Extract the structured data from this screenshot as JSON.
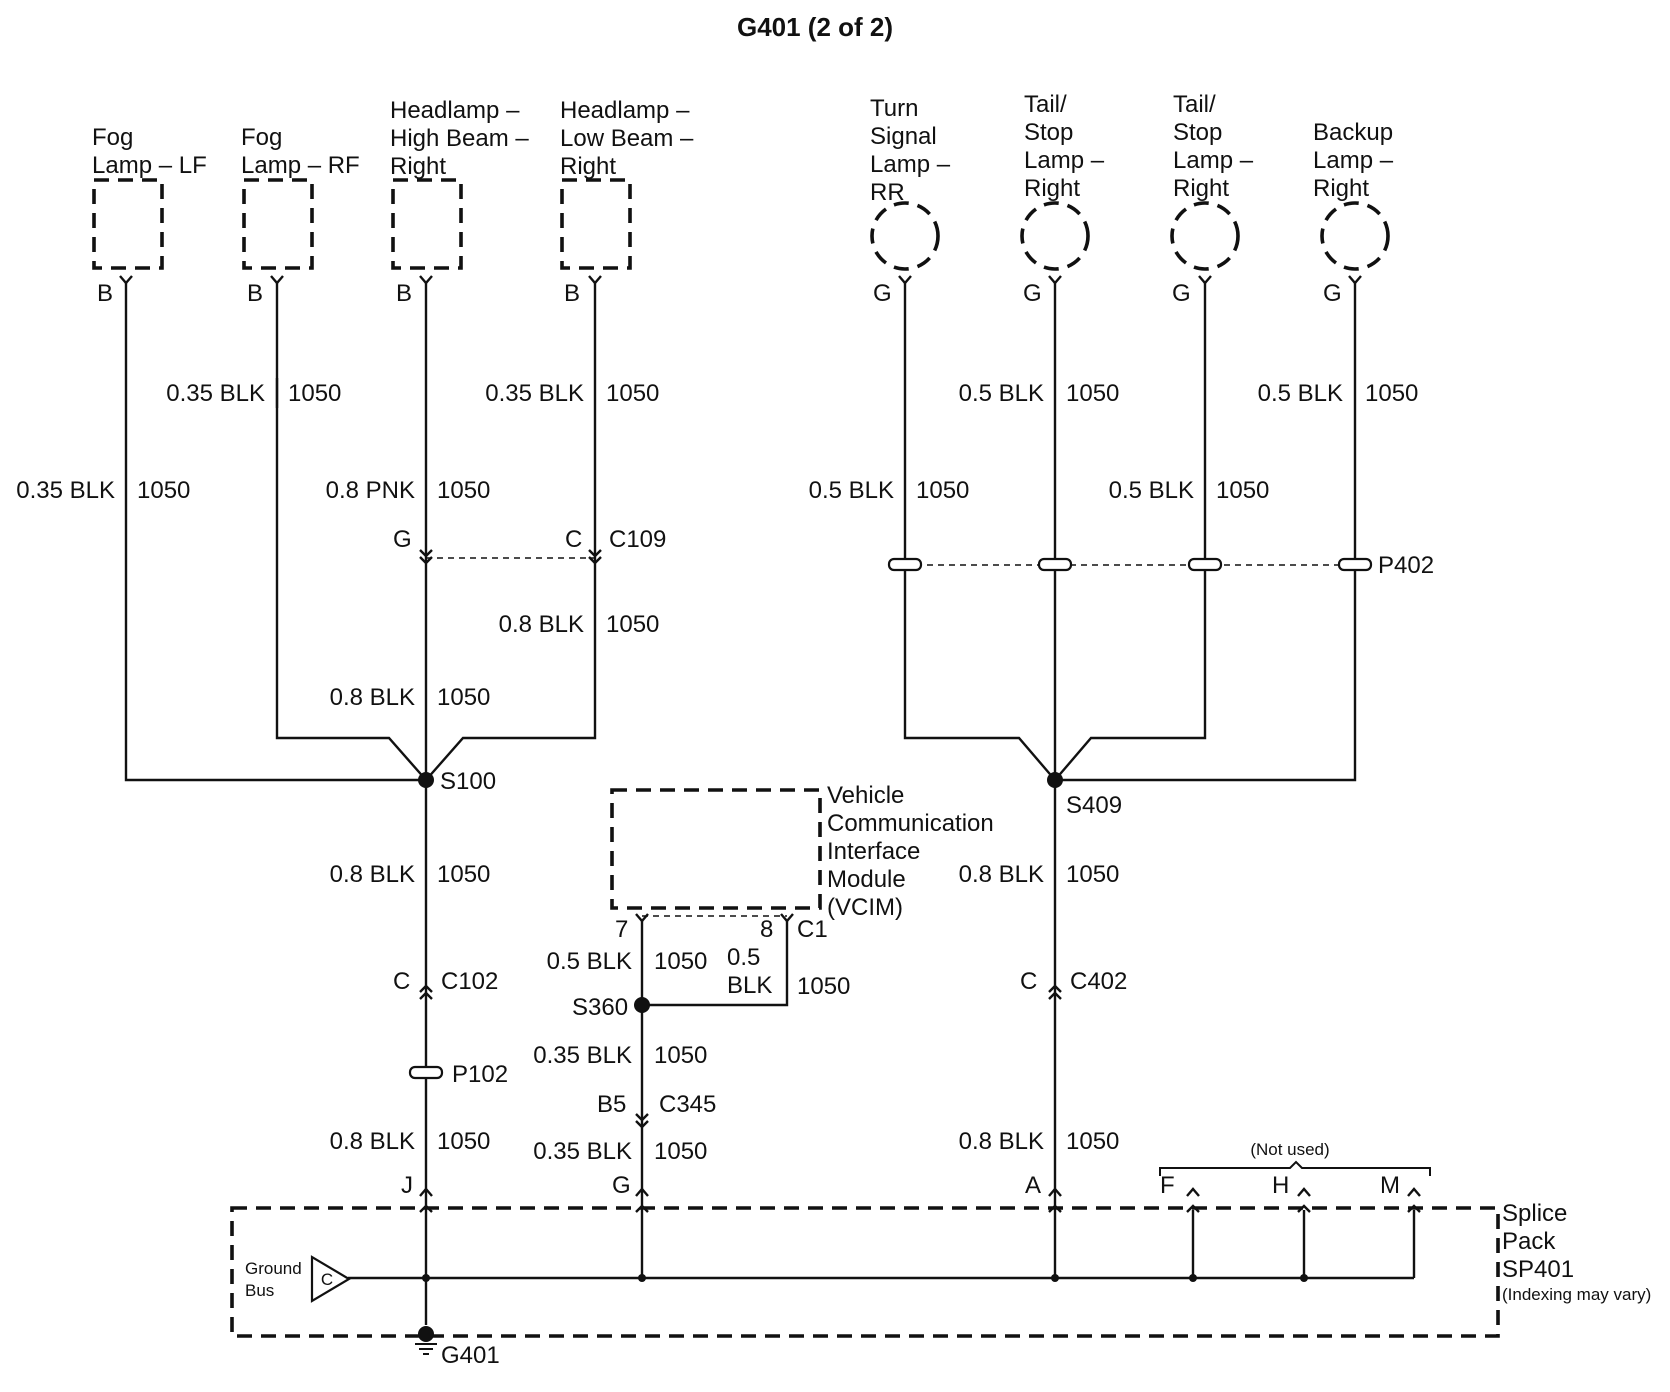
{
  "title": "G401 (2 of 2)",
  "components": {
    "fog_lf": [
      "Fog",
      "Lamp – LF"
    ],
    "fog_rf": [
      "Fog",
      "Lamp – RF"
    ],
    "hb_right": [
      "Headlamp –",
      "High Beam –",
      "Right"
    ],
    "lb_right": [
      "Headlamp –",
      "Low Beam –",
      "Right"
    ],
    "turn_rr": [
      "Turn",
      "Signal",
      "Lamp –",
      "RR"
    ],
    "tail_1": [
      "Tail/",
      "Stop",
      "Lamp –",
      "Right"
    ],
    "tail_2": [
      "Tail/",
      "Stop",
      "Lamp –",
      "Right"
    ],
    "backup": [
      "Backup",
      "Lamp –",
      "Right"
    ],
    "vcim": [
      "Vehicle",
      "Communication",
      "Interface",
      "Module",
      "(VCIM)"
    ],
    "splice_pack": [
      "Splice",
      "Pack",
      "SP401"
    ],
    "splice_pack_note": "(Indexing may vary)",
    "ground_bus": [
      "Ground",
      "Bus"
    ],
    "ground_bus_pin": "C"
  },
  "pins": {
    "fog_lf": "B",
    "fog_rf": "B",
    "hb_right": "B",
    "lb_right": "B",
    "turn_rr": "G",
    "tail_1": "G",
    "tail_2": "G",
    "backup": "G",
    "c109_g": "G",
    "c109_c": "C",
    "vcim_7": "7",
    "vcim_8": "8",
    "c102": "C",
    "c345": "B5",
    "c402": "C",
    "sp_j": "J",
    "sp_g": "G",
    "sp_a": "A",
    "sp_f": "F",
    "sp_h": "H",
    "sp_m": "M"
  },
  "connectors": {
    "c109": "C109",
    "c102": "C102",
    "c345": "C345",
    "c402": "C402",
    "c1": "C1",
    "p402": "P402",
    "p102": "P102"
  },
  "splices": {
    "s100": "S100",
    "s409": "S409",
    "s360": "S360"
  },
  "ground": "G401",
  "not_used": "(Not used)",
  "circuit": "1050",
  "wires": {
    "fog_rf": "0.35 BLK",
    "lb_upper": "0.35 BLK",
    "fog_lf": "0.35 BLK",
    "hb": "0.8 PNK",
    "lb_lower": "0.8 BLK",
    "s100_in": "0.8 BLK",
    "s100_out": "0.8 BLK",
    "p102_out": "0.8 BLK",
    "vcim_7": "0.5 BLK",
    "vcim_8": [
      "0.5",
      "BLK"
    ],
    "s360_out": "0.35 BLK",
    "c345_out": "0.35 BLK",
    "tail_1_upper": "0.5 BLK",
    "backup_upper": "0.5 BLK",
    "turn_rr": "0.5 BLK",
    "tail_2": "0.5 BLK",
    "s409_out": "0.8 BLK",
    "c402_out": "0.8 BLK"
  },
  "icons": {
    "wire_to_harness_connector": "female-pin-chevron-icon",
    "inline_connector": "inline-connector-double-chevron-icon",
    "pass_through": "pass-through-grommet-icon",
    "splice": "splice-dot-icon",
    "ground": "ground-symbol-icon"
  }
}
